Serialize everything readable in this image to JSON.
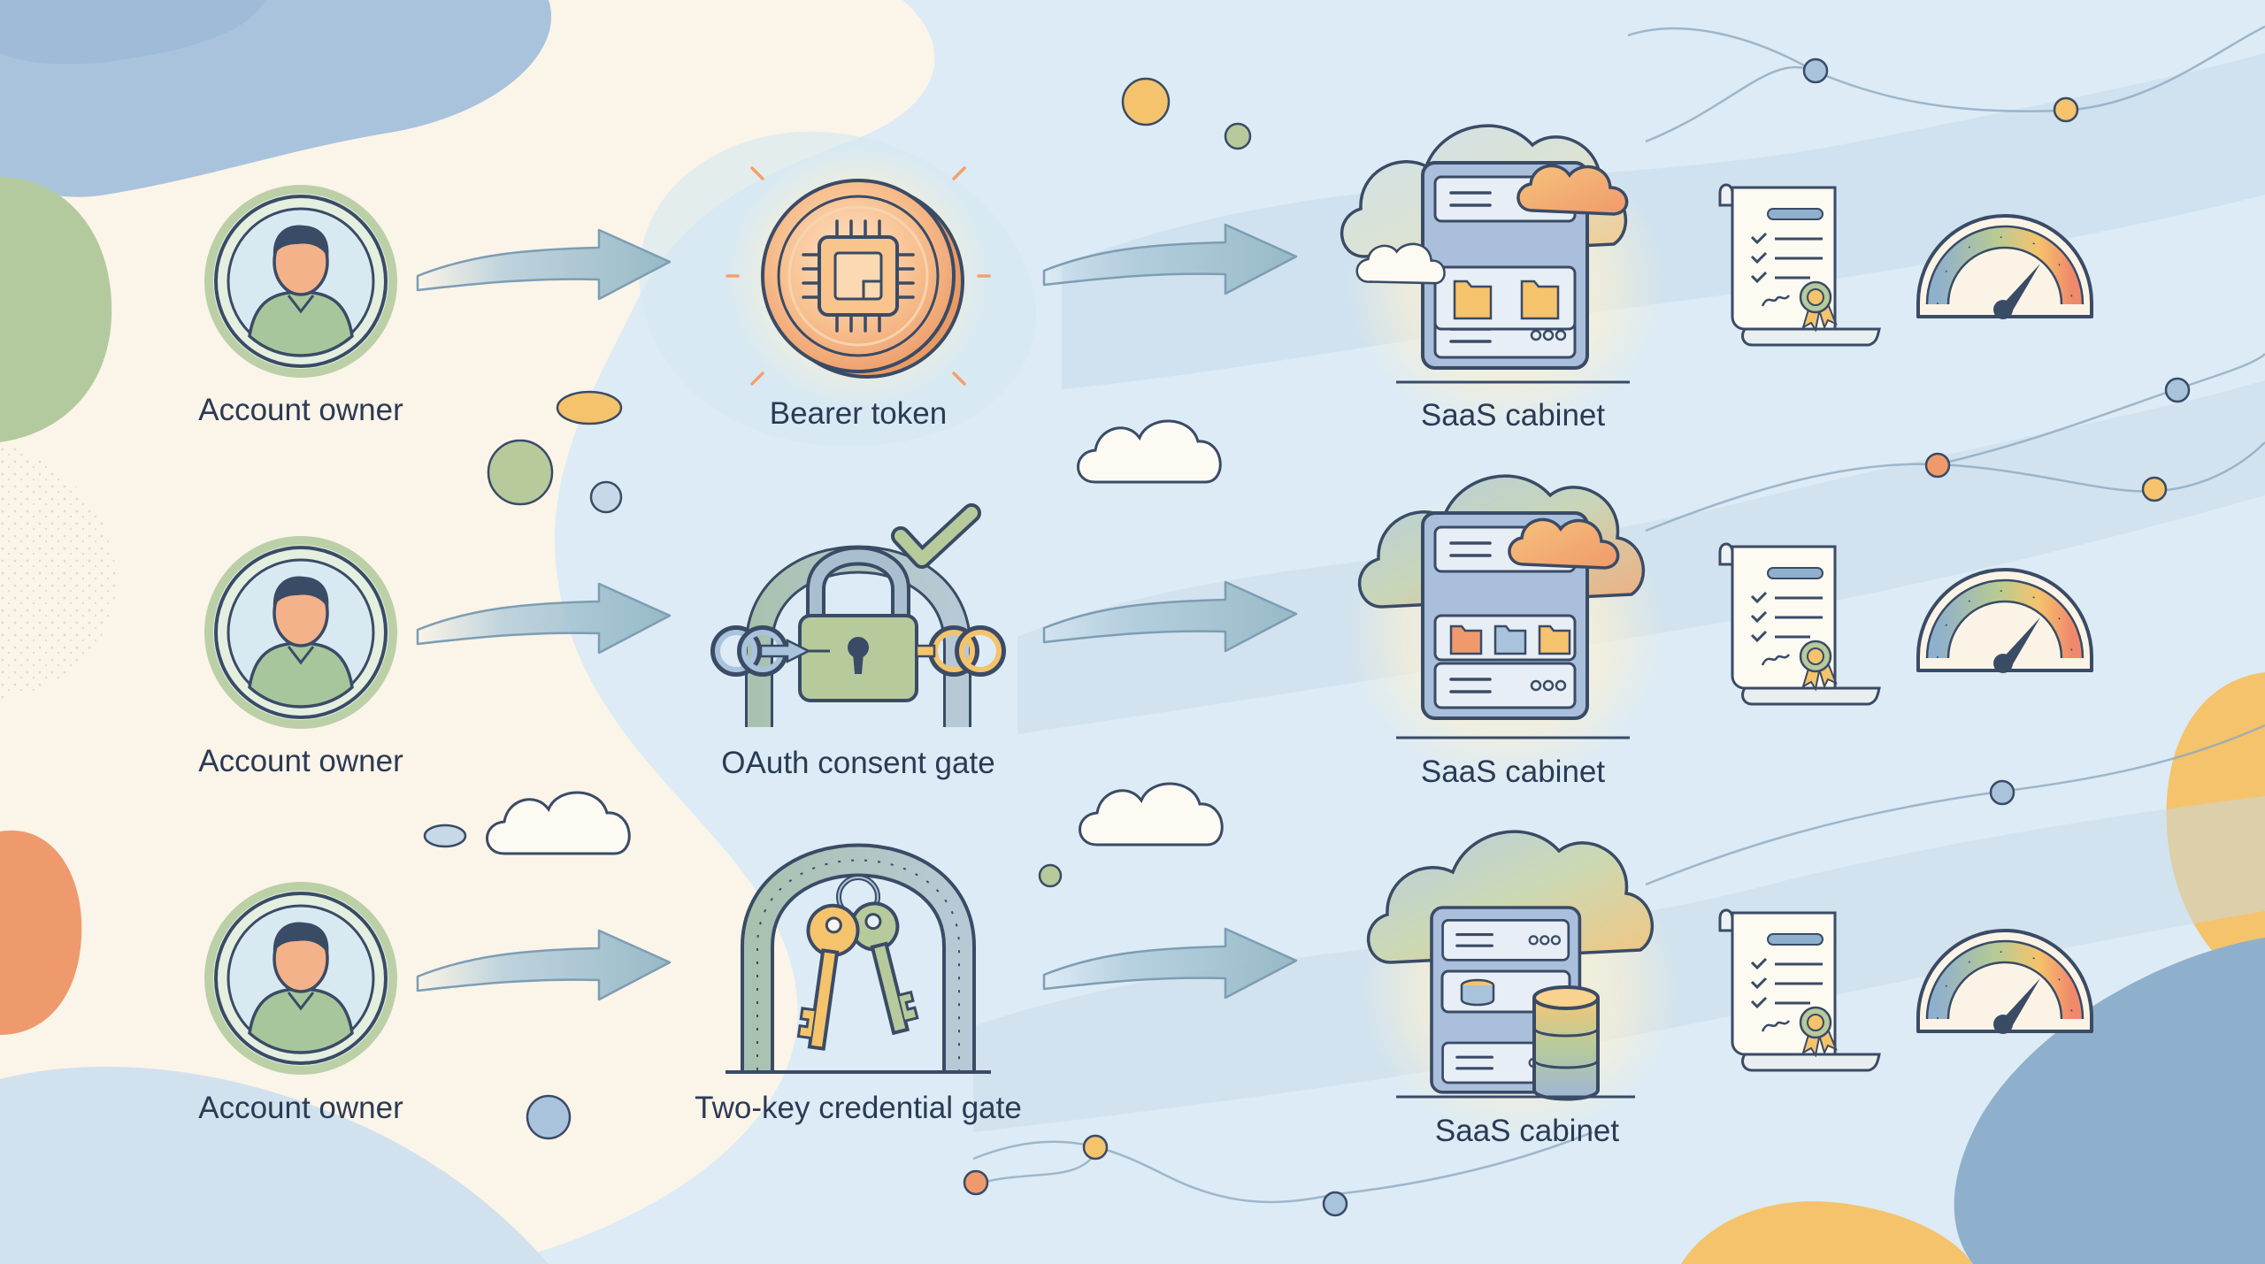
{
  "colors": {
    "navy": "#2b3a55",
    "steel_blue": "#8fb0cc",
    "sage": "#b3ca9f",
    "peach": "#f4a06c",
    "gold": "#f5c36c",
    "cream": "#fbf4e8",
    "sky": "#dcebf5"
  },
  "rows": [
    {
      "source": {
        "label": "Account owner",
        "icon": "user-avatar-icon"
      },
      "gate": {
        "label": "Bearer token",
        "icon": "chip-coin-icon"
      },
      "target": {
        "label": "SaaS cabinet",
        "icon": "cloud-server-cabinet-icon",
        "variant": "folders"
      },
      "document_icon": "certificate-scroll-icon",
      "gauge_icon": "speed-gauge-icon"
    },
    {
      "source": {
        "label": "Account owner",
        "icon": "user-avatar-icon"
      },
      "gate": {
        "label": "OAuth consent gate",
        "icon": "padlock-chain-checkmark-icon"
      },
      "target": {
        "label": "SaaS cabinet",
        "icon": "cloud-server-cabinet-icon",
        "variant": "colored-folders"
      },
      "document_icon": "certificate-scroll-icon",
      "gauge_icon": "speed-gauge-icon"
    },
    {
      "source": {
        "label": "Account owner",
        "icon": "user-avatar-icon"
      },
      "gate": {
        "label": "Two-key credential gate",
        "icon": "two-keys-arch-icon"
      },
      "target": {
        "label": "SaaS cabinet",
        "icon": "cloud-server-cabinet-icon",
        "variant": "database"
      },
      "document_icon": "certificate-scroll-icon",
      "gauge_icon": "speed-gauge-icon"
    }
  ]
}
